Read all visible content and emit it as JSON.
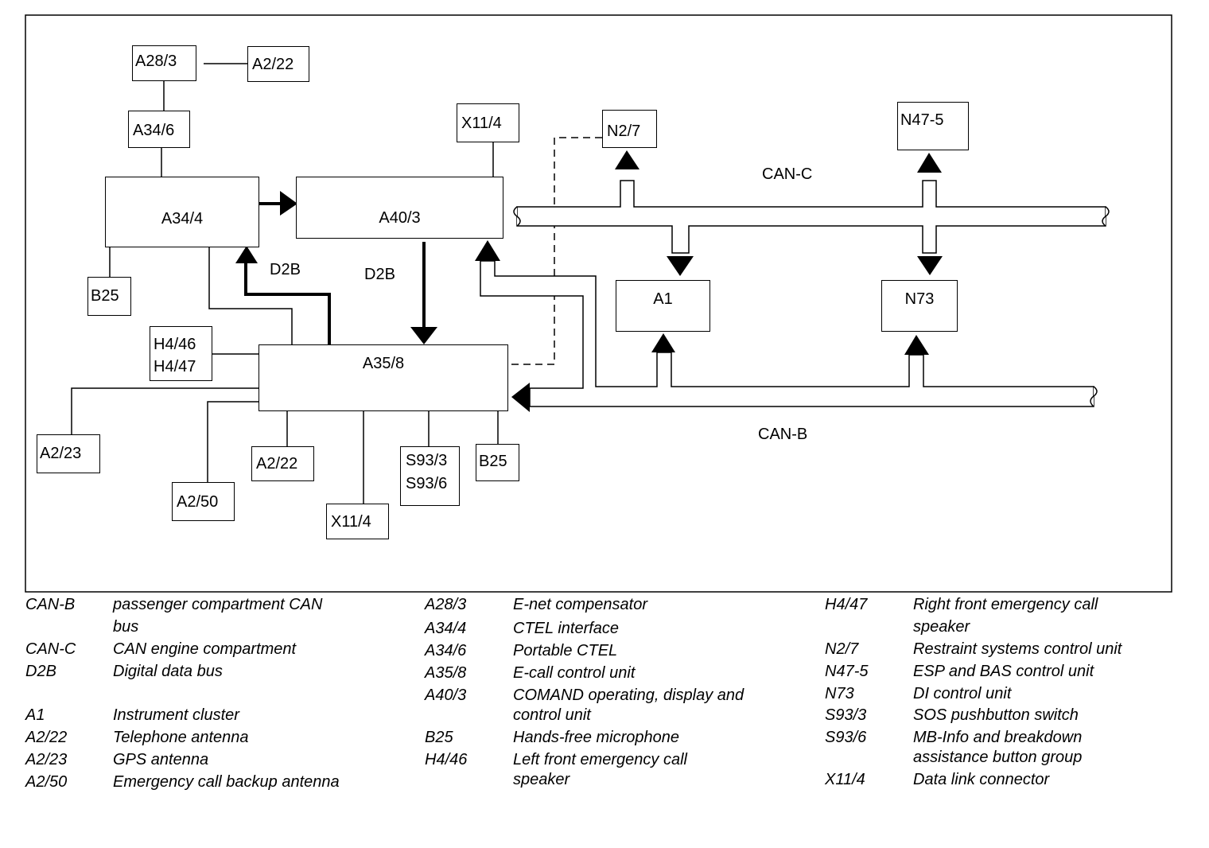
{
  "blocks": {
    "A28_3": "A28/3",
    "A2_22_top": "A2/22",
    "A34_6": "A34/6",
    "A34_4": "A34/4",
    "A40_3": "A40/3",
    "X11_4_top": "X11/4",
    "N2_7": "N2/7",
    "N47_5": "N47-5",
    "A1": "A1",
    "N73": "N73",
    "B25_left": "B25",
    "H4_46": "H4/46",
    "H4_47": "H4/47",
    "A35_8": "A35/8",
    "A2_23": "A2/23",
    "A2_22_bottom": "A2/22",
    "A2_50": "A2/50",
    "X11_4_bottom": "X11/4",
    "S93_3": "S93/3",
    "S93_6": "S93/6",
    "B25_right": "B25"
  },
  "labels": {
    "can_c": "CAN-C",
    "can_b": "CAN-B",
    "d2b_left": "D2B",
    "d2b_center": "D2B"
  },
  "legend": {
    "col1": [
      {
        "code": "CAN-B",
        "desc": [
          "passenger compartment CAN",
          "bus"
        ]
      },
      {
        "code": "CAN-C",
        "desc": [
          "CAN engine compartment"
        ]
      },
      {
        "code": "D2B",
        "desc": [
          "Digital data bus"
        ]
      },
      {
        "code": "A1",
        "desc": [
          "Instrument cluster"
        ]
      },
      {
        "code": "A2/22",
        "desc": [
          "Telephone antenna"
        ]
      },
      {
        "code": "A2/23",
        "desc": [
          "GPS antenna"
        ]
      },
      {
        "code": "A2/50",
        "desc": [
          "Emergency call backup antenna"
        ]
      }
    ],
    "col2": [
      {
        "code": "A28/3",
        "desc": [
          "E-net compensator"
        ]
      },
      {
        "code": "A34/4",
        "desc": [
          "CTEL interface"
        ]
      },
      {
        "code": "A34/6",
        "desc": [
          "Portable CTEL"
        ]
      },
      {
        "code": "A35/8",
        "desc": [
          "E-call control unit"
        ]
      },
      {
        "code": "A40/3",
        "desc": [
          "COMAND operating, display and",
          "control unit"
        ]
      },
      {
        "code": "B25",
        "desc": [
          "Hands-free microphone"
        ]
      },
      {
        "code": "H4/46",
        "desc": [
          "Left front emergency call",
          "speaker"
        ]
      }
    ],
    "col3": [
      {
        "code": "H4/47",
        "desc": [
          "Right front emergency call",
          "speaker"
        ]
      },
      {
        "code": "N2/7",
        "desc": [
          "Restraint systems control unit"
        ]
      },
      {
        "code": "N47-5",
        "desc": [
          "ESP and BAS control unit"
        ]
      },
      {
        "code": "N73",
        "desc": [
          "DI control unit"
        ]
      },
      {
        "code": "S93/3",
        "desc": [
          "SOS pushbutton switch"
        ]
      },
      {
        "code": "S93/6",
        "desc": [
          "MB-Info and breakdown",
          "assistance button group"
        ]
      },
      {
        "code": "X11/4",
        "desc": [
          "Data link connector"
        ]
      }
    ]
  }
}
